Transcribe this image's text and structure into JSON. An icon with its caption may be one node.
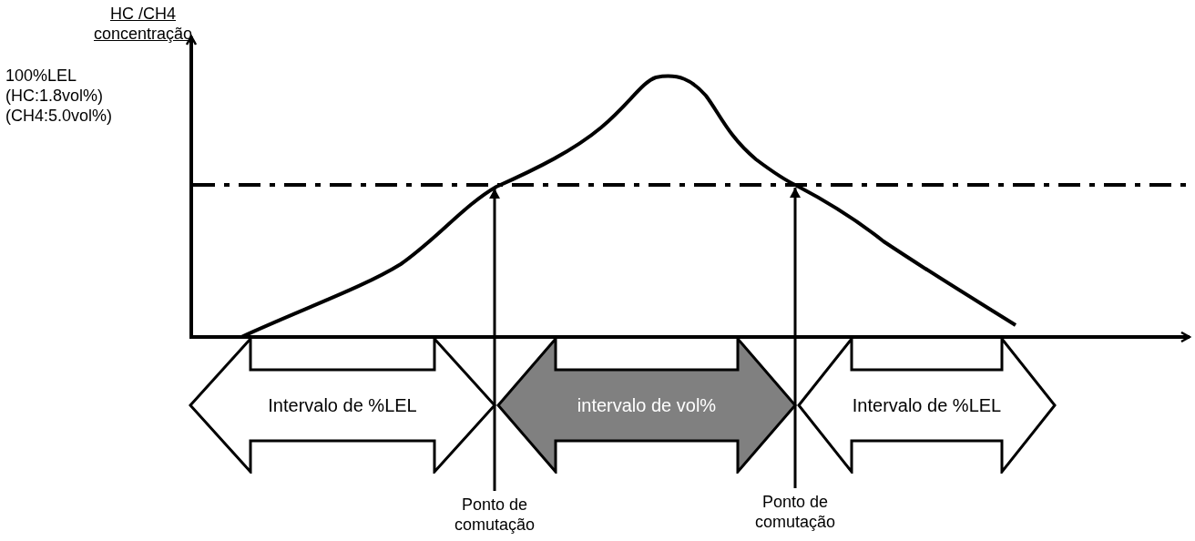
{
  "diagram": {
    "nodes": [
      {
        "text": [
          "Intervalo de %LEL"
        ]
      },
      {
        "text": [
          "intervalo de vol%"
        ]
      },
      {
        "text": [
          "Intervalo de %LEL"
        ]
      },
      {
        "text": [
          "Ponto de comutação"
        ]
      },
      {
        "text": [
          "Ponto de comutação"
        ]
      }
    ],
    "edges": [
      {
        "from": 3,
        "to": null,
        "arrow": "to"
      },
      {
        "from": 4,
        "to": null,
        "arrow": "to"
      }
    ],
    "labels": [
      "HC /CH4 concentração",
      "100%LEL (HC:1.8vol%) (CH4:5.0vol%)"
    ]
  }
}
